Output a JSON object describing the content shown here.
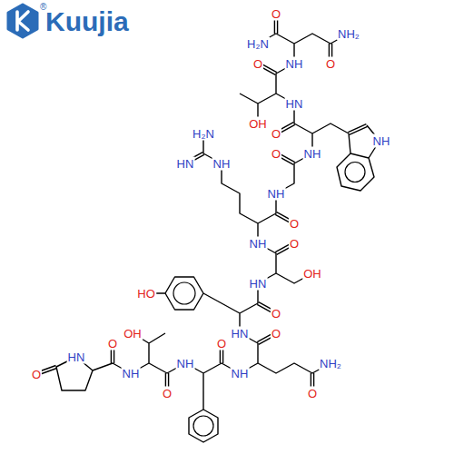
{
  "diagram": {
    "labels": [
      "Kuujia",
      "®",
      "O",
      "H₂N",
      "O",
      "NH₂",
      "O",
      "NH",
      "OH",
      "O",
      "HN",
      "NH",
      "NH",
      "O",
      "H₂N",
      "HN",
      "NH",
      "NH",
      "O",
      "NH",
      "O",
      "OH",
      "HN",
      "HO",
      "O",
      "HN",
      "O",
      "O",
      "OH",
      "O",
      "NH₂",
      "HN",
      "NH",
      "NH",
      "NH",
      "O",
      "O",
      "O"
    ]
  }
}
